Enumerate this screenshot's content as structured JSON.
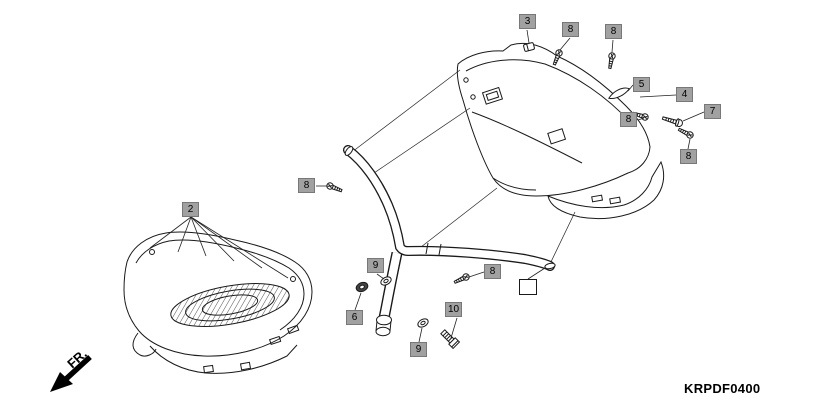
{
  "diagram": {
    "part_code": "KRPDF0400",
    "fr_label": "FR.",
    "callouts": [
      {
        "label": "3"
      },
      {
        "label": "8"
      },
      {
        "label": "8"
      },
      {
        "label": "5"
      },
      {
        "label": "4"
      },
      {
        "label": "7"
      },
      {
        "label": "8"
      },
      {
        "label": "8"
      },
      {
        "label": "8"
      },
      {
        "label": "2"
      },
      {
        "label": "9"
      },
      {
        "label": "8"
      },
      {
        "label": "6"
      },
      {
        "label": "10"
      },
      {
        "label": "9"
      }
    ]
  }
}
